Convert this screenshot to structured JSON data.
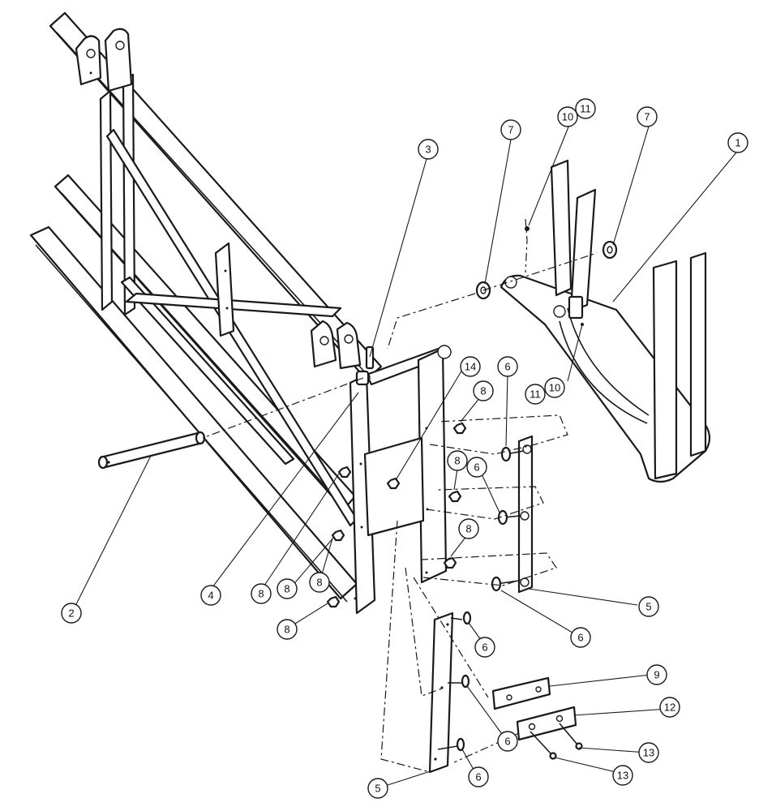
{
  "callouts": [
    {
      "id": "callout-1",
      "label": "1"
    },
    {
      "id": "callout-2",
      "label": "2"
    },
    {
      "id": "callout-3",
      "label": "3"
    },
    {
      "id": "callout-4",
      "label": "4"
    },
    {
      "id": "callout-5a",
      "label": "5"
    },
    {
      "id": "callout-5b",
      "label": "5"
    },
    {
      "id": "callout-6a",
      "label": "6"
    },
    {
      "id": "callout-6b",
      "label": "6"
    },
    {
      "id": "callout-6c",
      "label": "6"
    },
    {
      "id": "callout-6d",
      "label": "6"
    },
    {
      "id": "callout-6e",
      "label": "6"
    },
    {
      "id": "callout-6f",
      "label": "6"
    },
    {
      "id": "callout-7a",
      "label": "7"
    },
    {
      "id": "callout-7b",
      "label": "7"
    },
    {
      "id": "callout-8a",
      "label": "8"
    },
    {
      "id": "callout-8b",
      "label": "8"
    },
    {
      "id": "callout-8c",
      "label": "8"
    },
    {
      "id": "callout-8d",
      "label": "8"
    },
    {
      "id": "callout-8e",
      "label": "8"
    },
    {
      "id": "callout-8f",
      "label": "8"
    },
    {
      "id": "callout-8g",
      "label": "8"
    },
    {
      "id": "callout-9",
      "label": "9"
    },
    {
      "id": "callout-10a",
      "label": "10"
    },
    {
      "id": "callout-10b",
      "label": "10"
    },
    {
      "id": "callout-11a",
      "label": "11"
    },
    {
      "id": "callout-11b",
      "label": "11"
    },
    {
      "id": "callout-12",
      "label": "12"
    },
    {
      "id": "callout-13a",
      "label": "13"
    },
    {
      "id": "callout-13b",
      "label": "13"
    },
    {
      "id": "callout-14",
      "label": "14"
    }
  ]
}
